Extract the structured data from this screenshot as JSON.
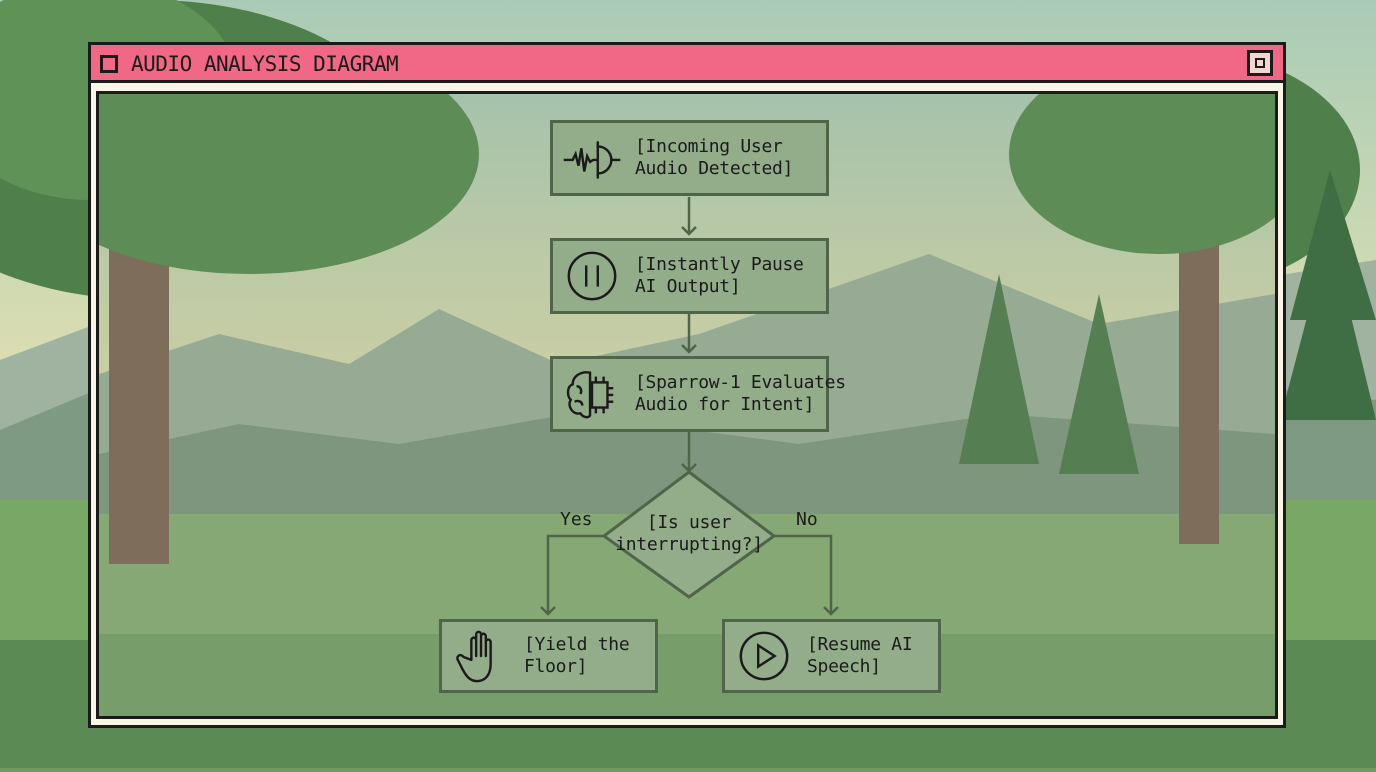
{
  "window": {
    "title": "AUDIO ANALYSIS DIAGRAM"
  },
  "colors": {
    "titlebar": "#f06885",
    "window_frame": "#fbf5e8",
    "node_fill": "#93ac8a",
    "node_border": "#4f6448",
    "connector": "#4f6448",
    "ink": "#1b1b1b"
  },
  "flowchart": {
    "nodes": [
      {
        "id": "incoming",
        "icon": "waveform-icon",
        "label": "[Incoming User\nAudio Detected]"
      },
      {
        "id": "pause",
        "icon": "pause-icon",
        "label": "[Instantly Pause\nAI Output]"
      },
      {
        "id": "evaluate",
        "icon": "brain-chip-icon",
        "label": "[Sparrow-1 Evaluates\nAudio for Intent]"
      },
      {
        "id": "yield",
        "icon": "hand-icon",
        "label": "[Yield the\nFloor]"
      },
      {
        "id": "resume",
        "icon": "play-icon",
        "label": "[Resume AI\nSpeech]"
      }
    ],
    "decision": {
      "label": "[Is user\ninterrupting?]"
    },
    "branches": {
      "yes": "Yes",
      "no": "No"
    }
  }
}
